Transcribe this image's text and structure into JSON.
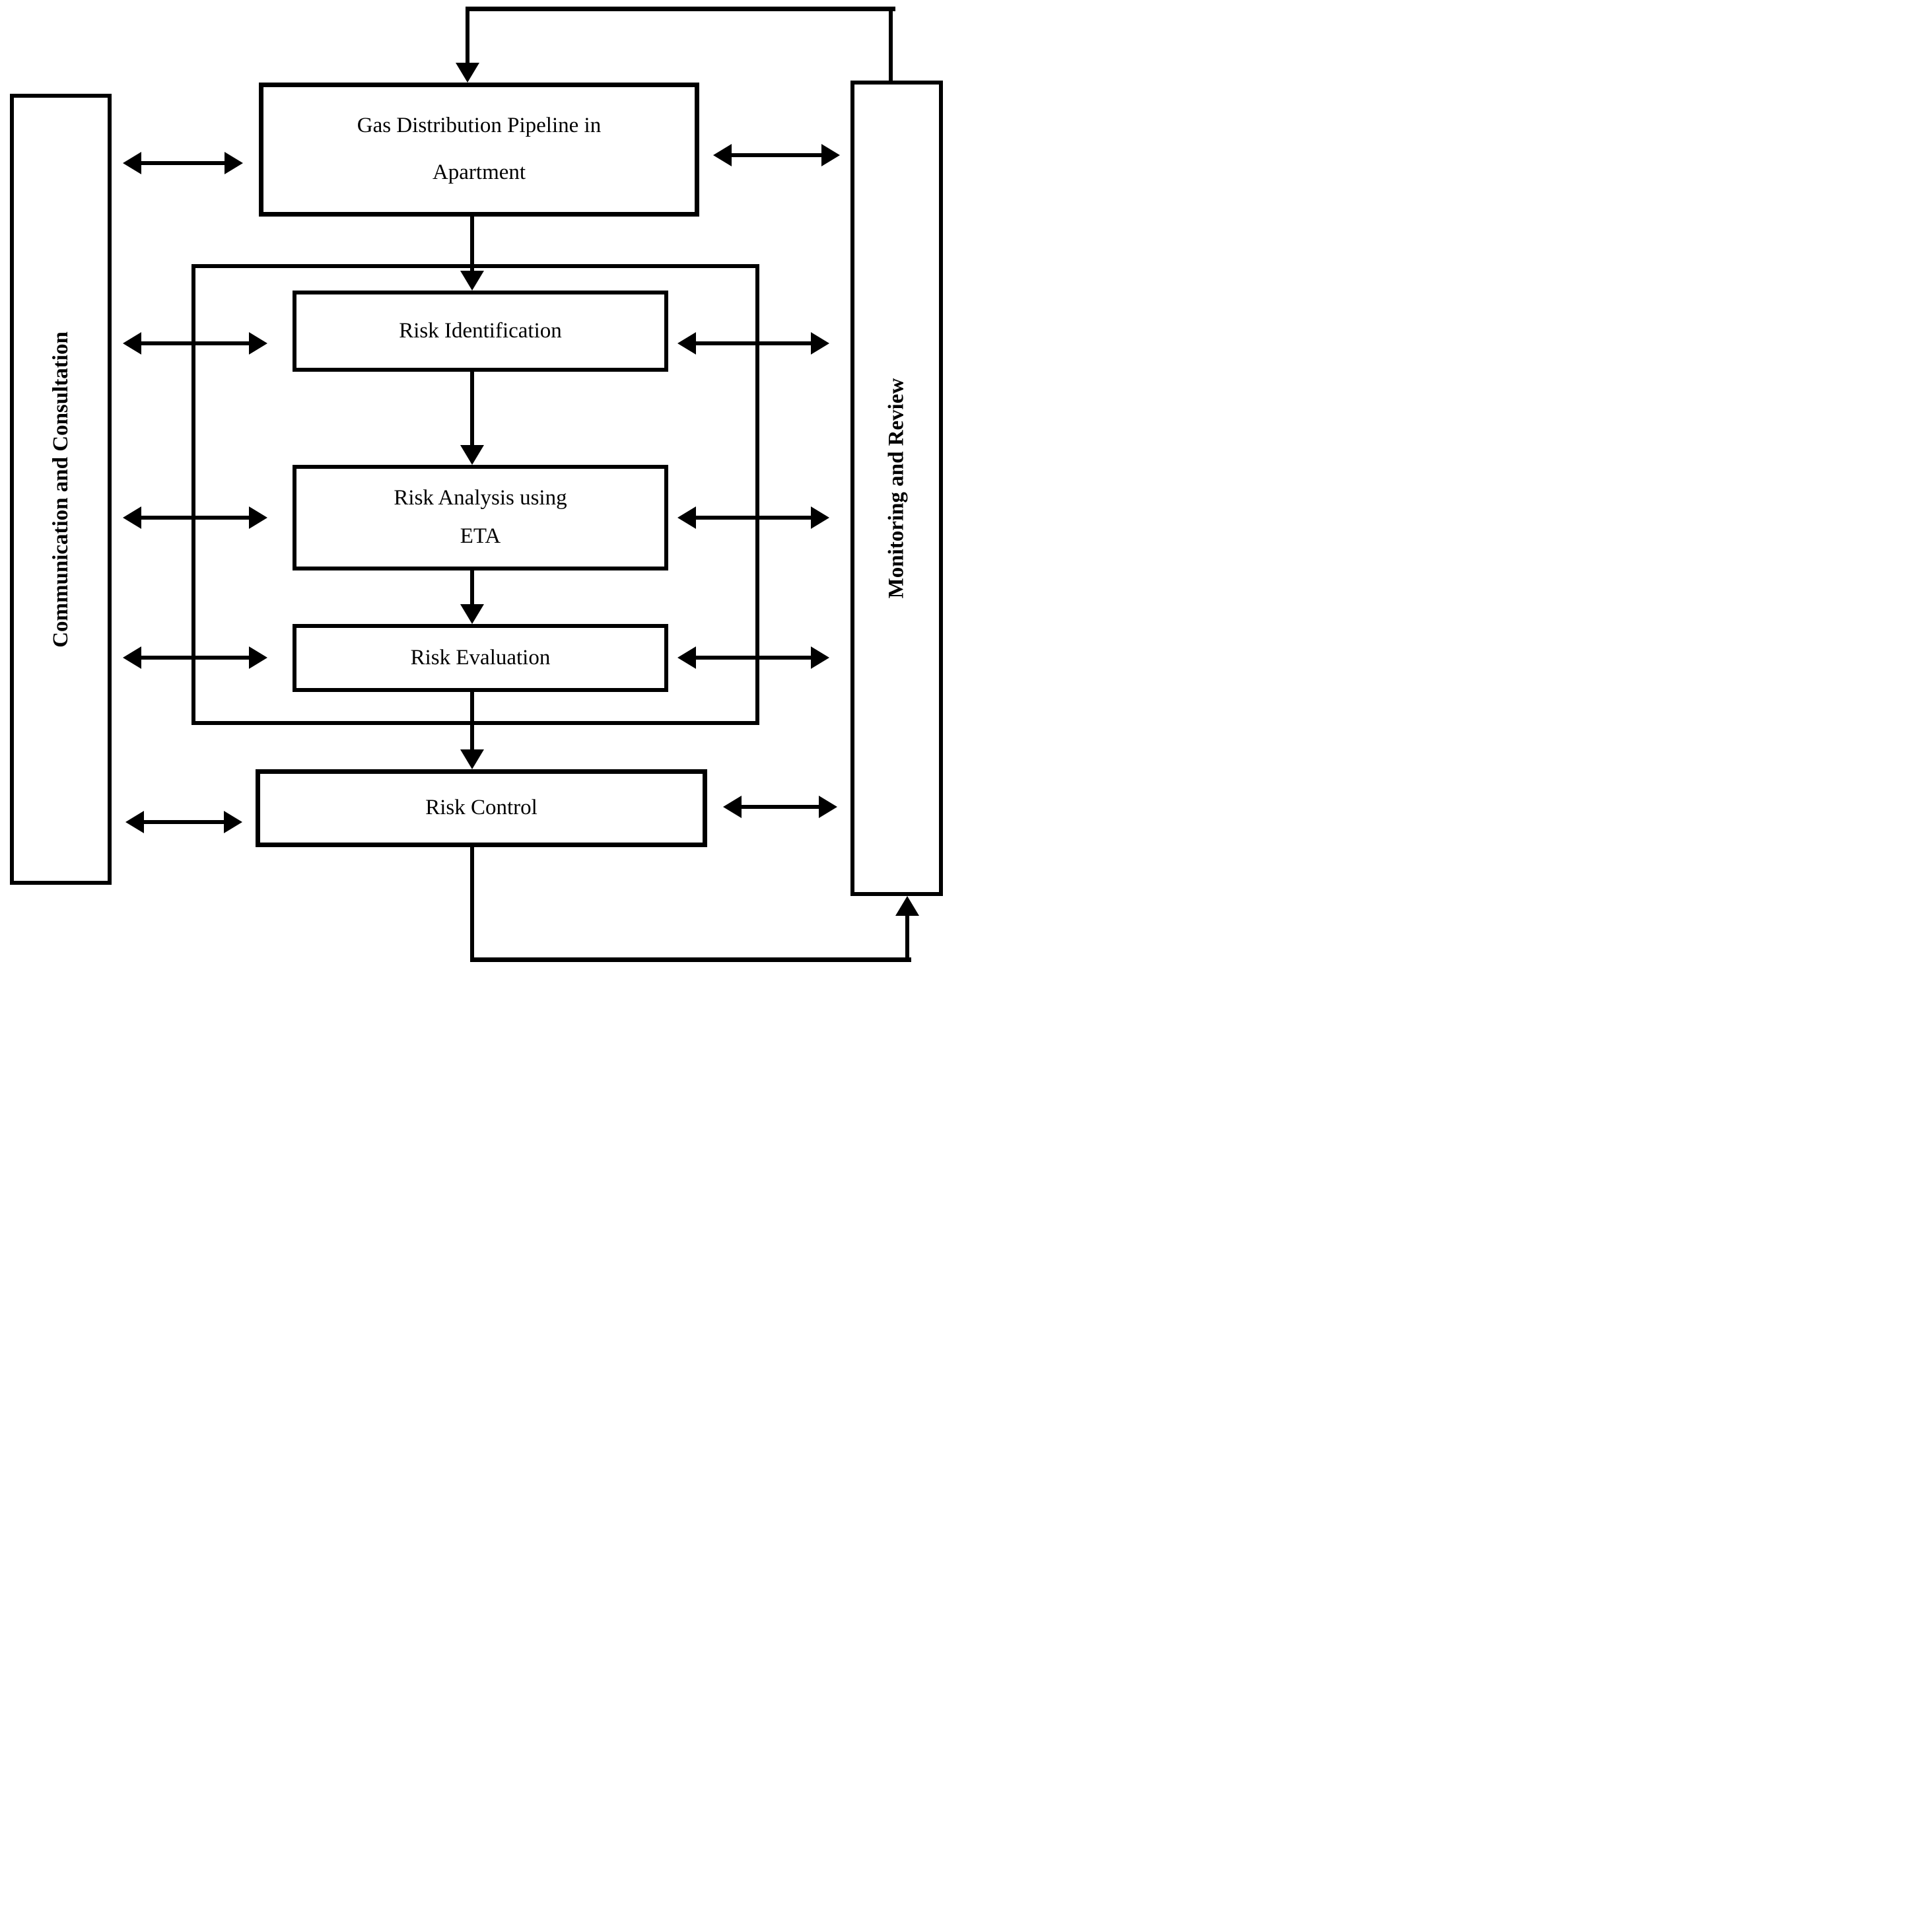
{
  "diagram": {
    "type": "risk-management-flowchart",
    "colors": {
      "stroke": "#000000",
      "background": "#ffffff",
      "text": "#000000"
    },
    "nodes": {
      "communication": {
        "label": "Communication and Consultation"
      },
      "monitoring": {
        "label": "Monitoring and Review"
      },
      "gas_pipeline": {
        "lines": [
          "Gas Distribution Pipeline in",
          "Apartment"
        ]
      },
      "risk_identification": {
        "label": "Risk Identification"
      },
      "risk_analysis": {
        "lines": [
          "Risk Analysis using",
          "ETA"
        ]
      },
      "risk_evaluation": {
        "label": "Risk Evaluation"
      },
      "risk_control": {
        "label": "Risk Control"
      }
    }
  }
}
